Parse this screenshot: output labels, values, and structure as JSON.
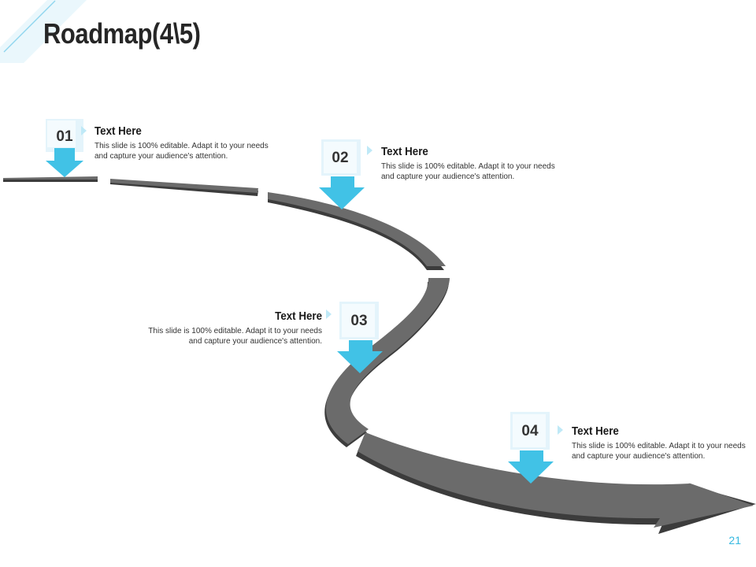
{
  "slide": {
    "title": "Roadmap(4\\5)",
    "page_number": "21",
    "accent_color": "#41c2e6",
    "road_color": "#6b6b6b"
  },
  "milestones": [
    {
      "number": "01",
      "heading": "Text Here",
      "body": "This slide is 100% editable.  Adapt it to your needs and capture your audience's attention."
    },
    {
      "number": "02",
      "heading": "Text Here",
      "body": "This slide is 100% editable.  Adapt it to your needs and capture your audience's attention."
    },
    {
      "number": "03",
      "heading": "Text Here",
      "body": "This slide is 100% editable.  Adapt it to your needs and capture your audience's attention."
    },
    {
      "number": "04",
      "heading": "Text Here",
      "body": "This slide is 100% editable.  Adapt it to your needs and capture your audience's attention."
    }
  ]
}
